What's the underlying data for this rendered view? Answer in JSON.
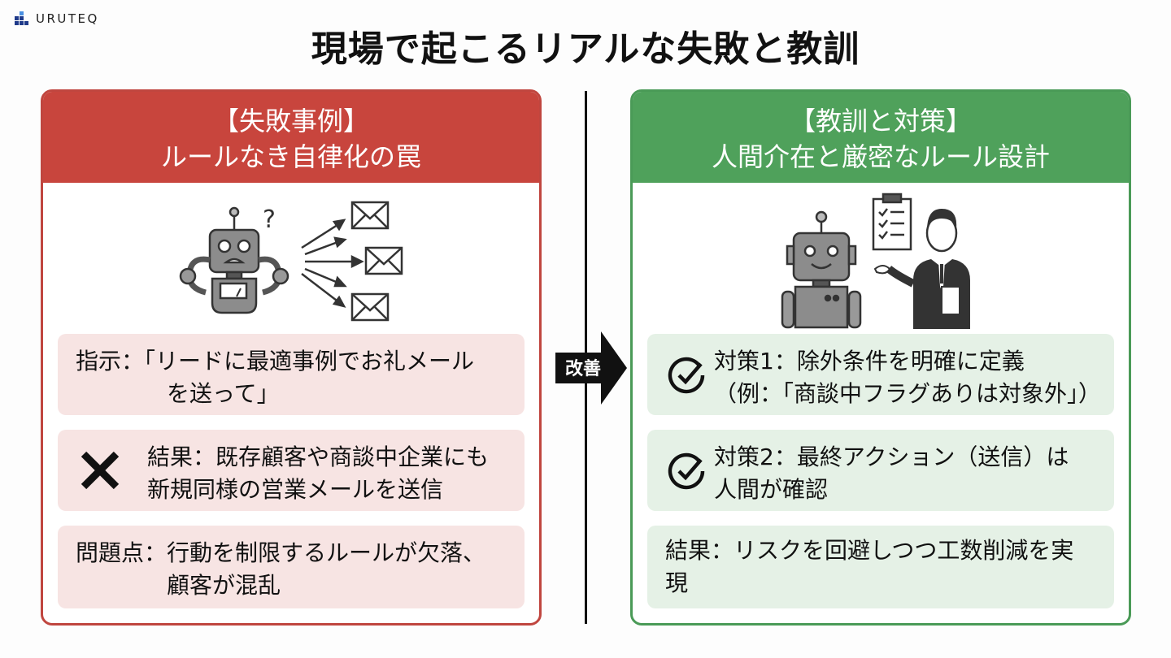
{
  "brand": {
    "name": "URUTEQ",
    "colors": {
      "primary": "#1f3a8a",
      "accent": "#4a90e2"
    }
  },
  "title": "現場で起こるリアルな失敗と教訓",
  "arrow": {
    "label": "改善",
    "icon": "right-arrow-icon"
  },
  "failure_panel": {
    "color": "#c8453d",
    "heading_line1": "【失敗事例】",
    "heading_line2": "ルールなき自律化の罠",
    "illustration": "confused-robot-sending-emails",
    "cards": [
      {
        "line1": "指示：「リードに最適事例でお礼メール",
        "line2": "を送って」",
        "icon": null
      },
      {
        "line1": "結果：既存顧客や商談中企業にも",
        "line2": "新規同様の営業メールを送信",
        "icon": "cross-icon"
      },
      {
        "line1": "問題点：行動を制限するルールが欠落、",
        "line2": "顧客が混乱",
        "icon": null
      }
    ]
  },
  "lesson_panel": {
    "color": "#4fa15b",
    "heading_line1": "【教訓と対策】",
    "heading_line2": "人間介在と厳密なルール設計",
    "illustration": "robot-and-human-with-checklist",
    "cards": [
      {
        "line1": "対策1：除外条件を明確に定義",
        "line2": "（例：「商談中フラグありは対象外」）",
        "icon": "check-circle-icon"
      },
      {
        "line1": "対策2：最終アクション（送信）は",
        "line2": "人間が確認",
        "icon": "check-circle-icon"
      },
      {
        "line1": "結果：リスクを回避しつつ工数削減を実現",
        "line2": "",
        "icon": null
      }
    ]
  }
}
